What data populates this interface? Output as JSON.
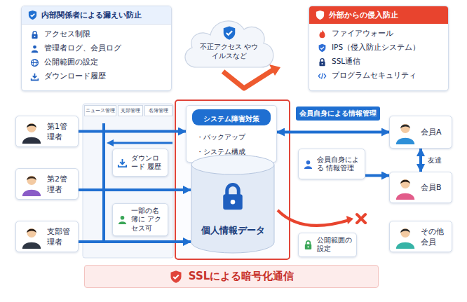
{
  "diagram": {
    "nodes": [
      {
        "text": [
          "内部関係者による漏えい防止",
          "アクセス制限",
          "管理者ログ、会員ログ",
          "公開範囲の設定",
          "ダウンロード履歴"
        ]
      },
      {
        "text": [
          "不正アクセス やウイルスなど"
        ]
      },
      {
        "text": [
          "外部からの侵入防止",
          "ファイアウォール",
          "IPS（侵入防止システム）",
          "SSL通信",
          "プログラムセキュリティ"
        ]
      },
      {
        "text": [
          "第1管理者"
        ]
      },
      {
        "text": [
          "第2管理者"
        ]
      },
      {
        "text": [
          "支部管理者"
        ]
      },
      {
        "text": [
          "ニュース管理"
        ]
      },
      {
        "text": [
          "支部管理"
        ]
      },
      {
        "text": [
          "名簿管理"
        ]
      },
      {
        "text": [
          "ダウンロード 履歴"
        ]
      },
      {
        "text": [
          "一部の名簿に アクセス可"
        ]
      },
      {
        "text": [
          "システム障害対策",
          "・バックアップ",
          "・システム構成"
        ]
      },
      {
        "text": [
          "個人情報データ"
        ]
      },
      {
        "text": [
          "会員自身による情報管理"
        ]
      },
      {
        "text": [
          "会員自身による 情報管理"
        ]
      },
      {
        "text": [
          "公開範囲の設定"
        ]
      },
      {
        "text": [
          "会員A"
        ]
      },
      {
        "text": [
          "会員B"
        ]
      },
      {
        "text": [
          "その他会員"
        ]
      },
      {
        "text": [
          "SSLによる暗号化通信"
        ]
      }
    ],
    "edges": [
      {
        "from": 3,
        "to": 11,
        "arrow": "to"
      },
      {
        "from": 4,
        "to": 12,
        "arrow": "to"
      },
      {
        "from": 5,
        "to": 12,
        "arrow": "to"
      },
      {
        "from": 16,
        "to": 11,
        "arrow": "both"
      },
      {
        "from": 14,
        "to": 17,
        "arrow": "to"
      },
      {
        "from": 16,
        "to": 17,
        "label": "友達",
        "arrow": "both"
      }
    ]
  }
}
